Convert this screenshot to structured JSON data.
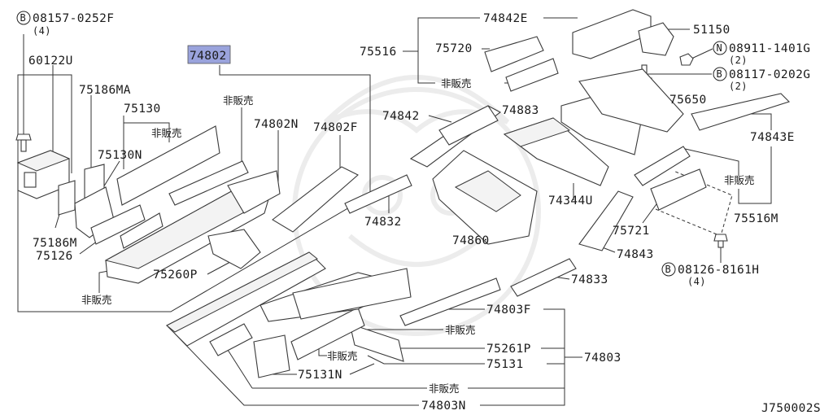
{
  "diagram_id": "J750002S",
  "highlighted_part": "74802",
  "labels": {
    "b08157": "08157-0252F",
    "b08157_qty": "(4)",
    "p60122u": "60122U",
    "p74802": "74802",
    "p75186ma": "75186MA",
    "p75130": "75130",
    "hanbai_1": "非販売",
    "hanbai_2": "非販売",
    "p74802n": "74802N",
    "p74802f": "74802F",
    "p75130n": "75130N",
    "p75186m": "75186M",
    "p75126": "75126",
    "p75260p": "75260P",
    "hanbai_3": "非販売",
    "p74842e": "74842E",
    "p51150": "51150",
    "n08911": "08911-1401G",
    "n08911_qty": "(2)",
    "b08117": "08117-0202G",
    "b08117_qty": "(2)",
    "p75516": "75516",
    "p75720": "75720",
    "hanbai_4": "非販売",
    "p74842": "74842",
    "p74883": "74883",
    "p75650": "75650",
    "p74843e": "74843E",
    "p74832": "74832",
    "p74344u": "74344U",
    "hanbai_5": "非販売",
    "p75721": "75721",
    "p75516m": "75516M",
    "p74860": "74860",
    "p74843": "74843",
    "b08126": "08126-8161H",
    "b08126_qty": "(4)",
    "p74833": "74833",
    "p74803f": "74803F",
    "hanbai_6": "非販売",
    "p75261p": "75261P",
    "p74803": "74803",
    "hanbai_7": "非販売",
    "p75131": "75131",
    "p75131n": "75131N",
    "hanbai_8": "非販売",
    "p74803n": "74803N",
    "code": "J750002S"
  },
  "symbols": {
    "b": "B",
    "n": "N"
  },
  "colors": {
    "highlight": "#9aa3dc",
    "line": "#333333"
  }
}
